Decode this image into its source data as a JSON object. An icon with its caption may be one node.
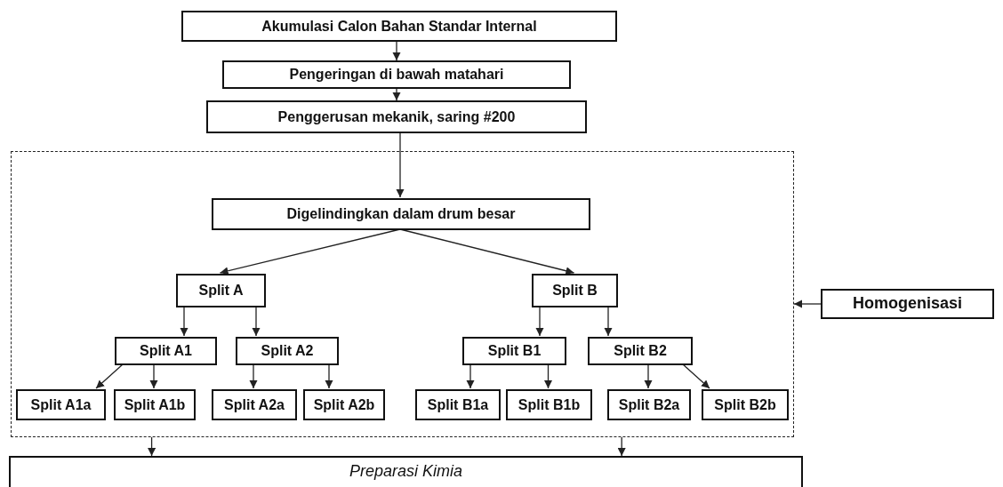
{
  "diagram": {
    "nodes": [
      {
        "text": [
          "Akumulasi Calon Bahan Standar Internal"
        ]
      },
      {
        "text": [
          "Pengeringan di bawah matahari"
        ]
      },
      {
        "text": [
          "Penggerusan mekanik, saring #200"
        ]
      },
      {
        "text": [],
        "shape": "box"
      },
      {
        "text": [
          "Digelindingkan dalam drum besar"
        ],
        "in": 3
      },
      {
        "text": [
          "Split A"
        ],
        "in": 3
      },
      {
        "text": [
          "Split B"
        ],
        "in": 3
      },
      {
        "text": [
          "Split A1"
        ],
        "in": 3
      },
      {
        "text": [
          "Split A2"
        ],
        "in": 3
      },
      {
        "text": [
          "Split B1"
        ],
        "in": 3
      },
      {
        "text": [
          "Split B2"
        ],
        "in": 3
      },
      {
        "text": [
          "Split A1a"
        ],
        "in": 3
      },
      {
        "text": [
          "Split A1b"
        ],
        "in": 3
      },
      {
        "text": [
          "Split A2a"
        ],
        "in": 3
      },
      {
        "text": [
          "Split A2b"
        ],
        "in": 3
      },
      {
        "text": [
          "Split B1a"
        ],
        "in": 3
      },
      {
        "text": [
          "Split B1b"
        ],
        "in": 3
      },
      {
        "text": [
          "Split B2a"
        ],
        "in": 3
      },
      {
        "text": [
          "Split B2b"
        ],
        "in": 3
      },
      {
        "text": [
          "Homogenisasi"
        ]
      },
      {
        "text": [
          "Preparasi Kimia"
        ]
      }
    ],
    "edges": [
      {
        "from": 0,
        "to": 1,
        "arrow": "to"
      },
      {
        "from": 1,
        "to": 2,
        "arrow": "to"
      },
      {
        "from": 2,
        "to": 4,
        "arrow": "to"
      },
      {
        "from": 4,
        "to": 5,
        "arrow": "to"
      },
      {
        "from": 4,
        "to": 6,
        "arrow": "to"
      },
      {
        "from": 5,
        "to": 7,
        "arrow": "to"
      },
      {
        "from": 5,
        "to": 8,
        "arrow": "to"
      },
      {
        "from": 6,
        "to": 9,
        "arrow": "to"
      },
      {
        "from": 6,
        "to": 10,
        "arrow": "to"
      },
      {
        "from": 7,
        "to": 11,
        "arrow": "to"
      },
      {
        "from": 7,
        "to": 12,
        "arrow": "to"
      },
      {
        "from": 8,
        "to": 13,
        "arrow": "to"
      },
      {
        "from": 8,
        "to": 14,
        "arrow": "to"
      },
      {
        "from": 9,
        "to": 15,
        "arrow": "to"
      },
      {
        "from": 9,
        "to": 16,
        "arrow": "to"
      },
      {
        "from": 10,
        "to": 17,
        "arrow": "to"
      },
      {
        "from": 10,
        "to": 18,
        "arrow": "to"
      },
      {
        "from": 19,
        "to": 3,
        "arrow": "to"
      },
      {
        "from": 3,
        "to": 20,
        "arrow": "to"
      },
      {
        "from": 3,
        "to": 20,
        "arrow": "to"
      }
    ]
  }
}
